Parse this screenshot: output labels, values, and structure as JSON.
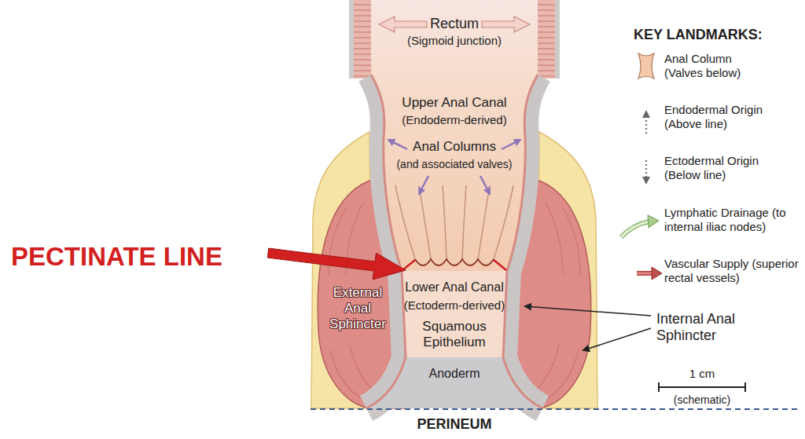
{
  "diagram": {
    "labels": [
      "Rectum",
      "(Sigmoid junction)",
      "Upper Anal Canal",
      "(Endoderm-derived)",
      "Anal Columns",
      "(and associated valves)",
      "PECTINATE LINE",
      "External Anal Sphincter",
      "Lower Anal Canal",
      "(Ectoderm-derived)",
      "Squamous Epithelium",
      "Anoderm",
      "PERINEUM",
      "Internal Anal Sphincter",
      "KEY LANDMARKS:",
      "1 cm",
      "(schematic)"
    ],
    "legend": [
      {
        "text": "Anal Column (Valves below)"
      },
      {
        "text": "Endodermal Origin (Above line)"
      },
      {
        "text": "Ectodermal Origin (Below line)"
      },
      {
        "text": "Lymphatic Drainage (to internal iliac nodes)"
      },
      {
        "text": "Vascular Supply (superior rectal vessels)"
      }
    ]
  }
}
